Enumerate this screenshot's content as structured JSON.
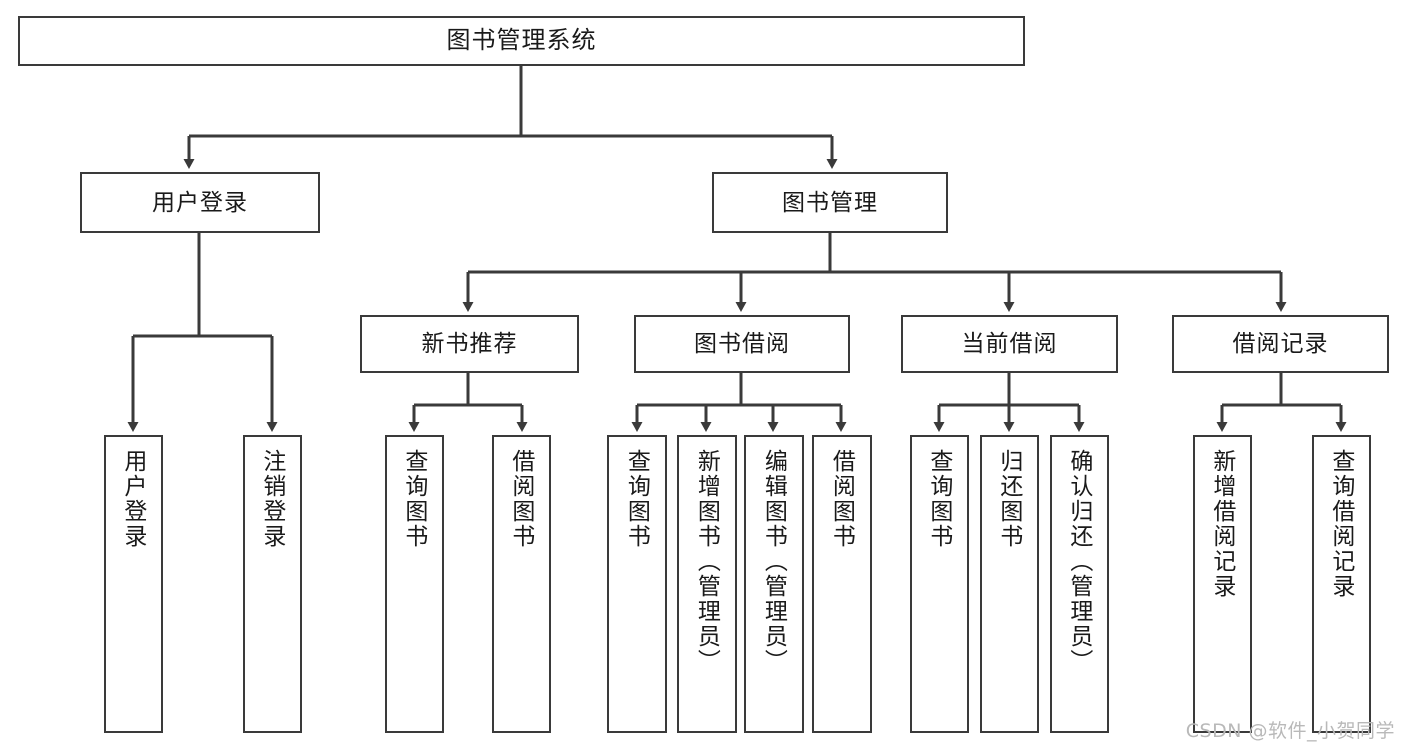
{
  "diagram": {
    "title": "图书管理系统",
    "type": "function-structure-tree",
    "stroke_color": "#3a3a3a",
    "text_color": "#1a1a1a",
    "background": "#ffffff",
    "watermark": "CSDN @软件_小贺同学"
  },
  "nodes": {
    "root": {
      "label": "图书管理系统"
    },
    "level2": [
      {
        "id": "user-login",
        "label": "用户登录"
      },
      {
        "id": "book-manage",
        "label": "图书管理"
      }
    ],
    "level3": [
      {
        "id": "new-book-recommend",
        "label": "新书推荐"
      },
      {
        "id": "book-borrow",
        "label": "图书借阅"
      },
      {
        "id": "current-borrow",
        "label": "当前借阅"
      },
      {
        "id": "borrow-record",
        "label": "借阅记录"
      }
    ],
    "leaves": {
      "user_login": [
        {
          "id": "leaf-user-login",
          "label": "用户登录"
        },
        {
          "id": "leaf-logout-login",
          "label": "注销登录"
        }
      ],
      "new_book_recommend": [
        {
          "id": "leaf-query-book-1",
          "label": "查询图书"
        },
        {
          "id": "leaf-borrow-book-1",
          "label": "借阅图书"
        }
      ],
      "book_borrow": [
        {
          "id": "leaf-query-book-2",
          "label": "查询图书"
        },
        {
          "id": "leaf-add-book",
          "label": "新增图书（管理员）"
        },
        {
          "id": "leaf-edit-book",
          "label": "编辑图书（管理员）"
        },
        {
          "id": "leaf-borrow-book-2",
          "label": "借阅图书"
        }
      ],
      "current_borrow": [
        {
          "id": "leaf-query-book-3",
          "label": "查询图书"
        },
        {
          "id": "leaf-return-book",
          "label": "归还图书"
        },
        {
          "id": "leaf-confirm-return",
          "label": "确认归还（管理员）"
        }
      ],
      "borrow_record": [
        {
          "id": "leaf-add-record",
          "label": "新增借阅记录"
        },
        {
          "id": "leaf-query-record",
          "label": "查询借阅记录"
        }
      ]
    }
  }
}
